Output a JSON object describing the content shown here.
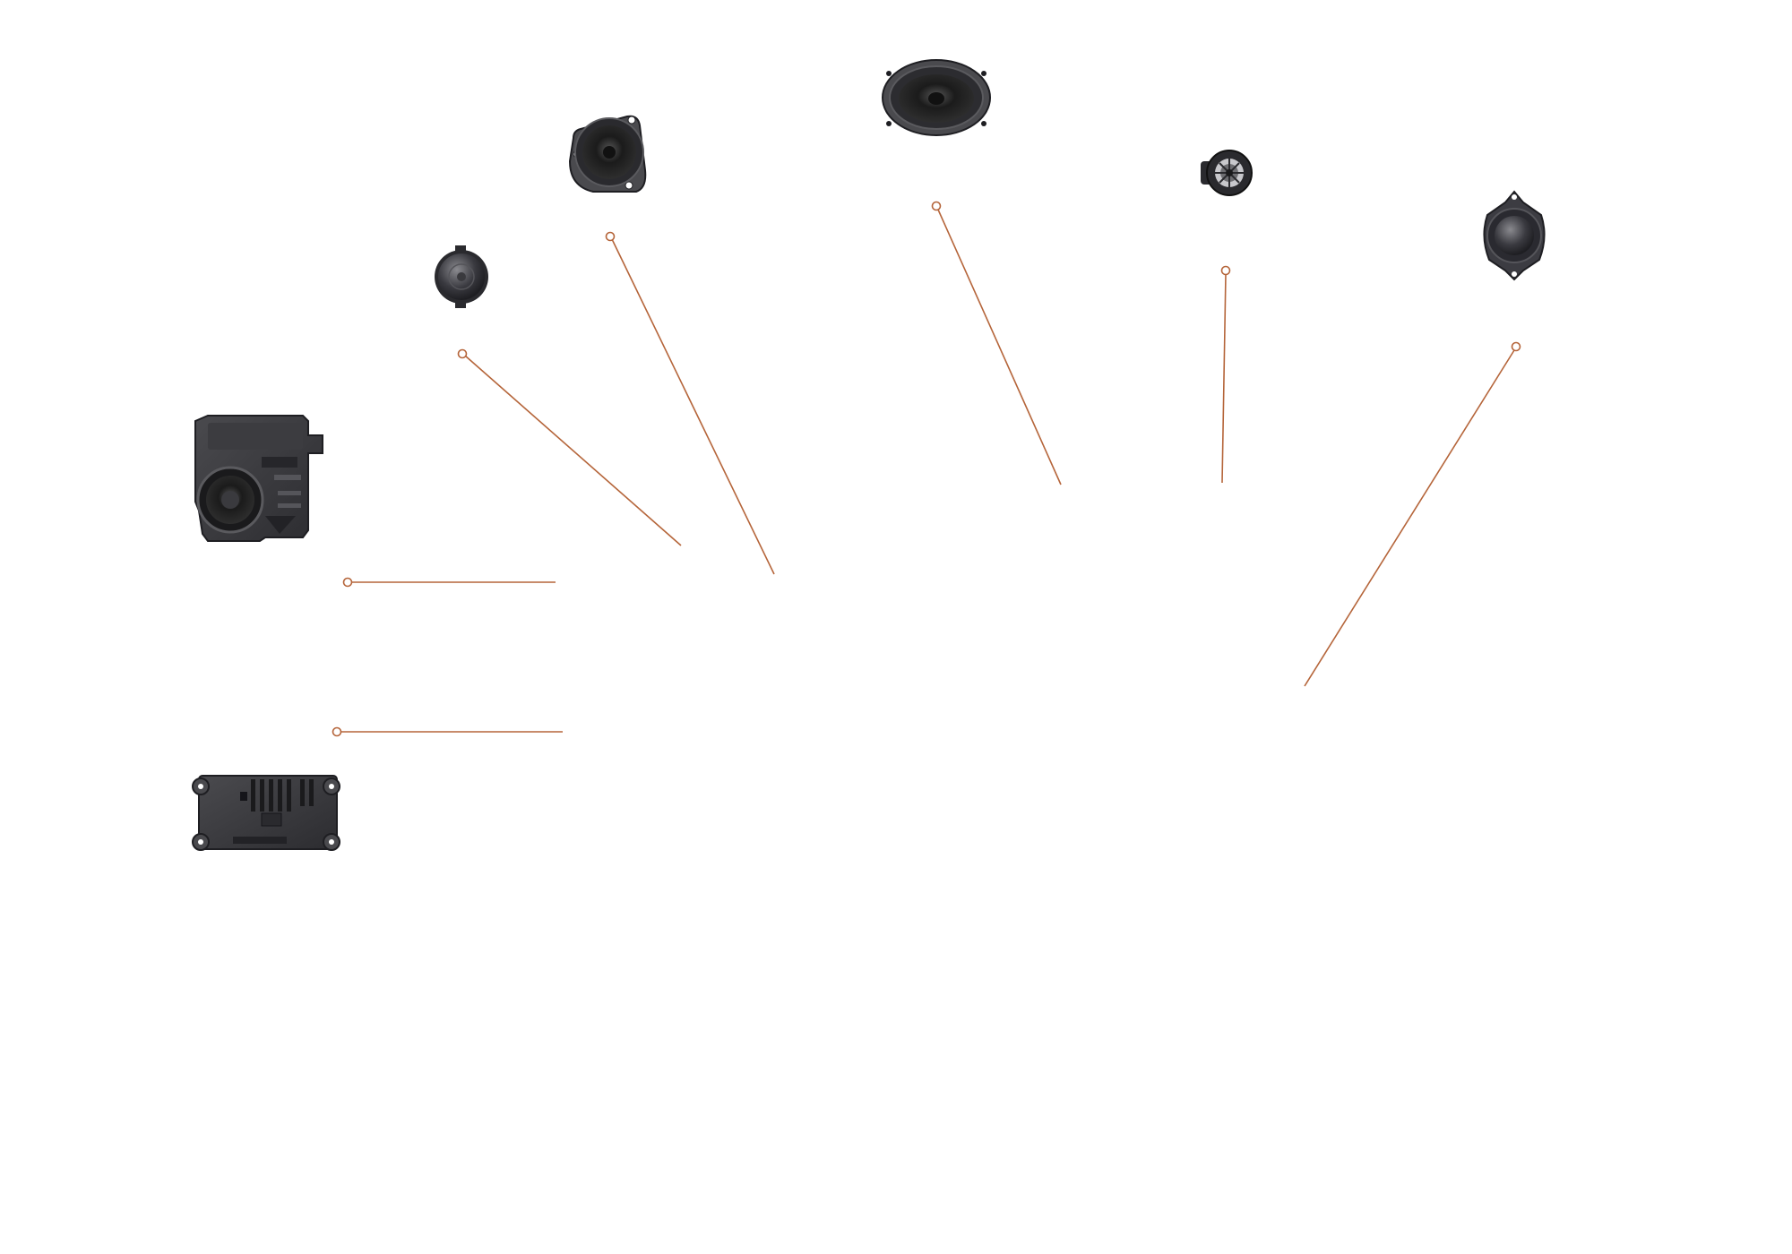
{
  "diagram": {
    "accent_color": "#b5653a",
    "components": [
      {
        "id": "subwoofer-enclosure",
        "icon": "subwoofer-enclosure-icon"
      },
      {
        "id": "amplifier",
        "icon": "amplifier-icon"
      },
      {
        "id": "small-tweeter",
        "icon": "small-tweeter-icon"
      },
      {
        "id": "midrange-speaker",
        "icon": "midrange-speaker-icon"
      },
      {
        "id": "oval-6x9-speaker",
        "icon": "oval-speaker-icon"
      },
      {
        "id": "dome-tweeter",
        "icon": "dome-tweeter-icon"
      },
      {
        "id": "compact-speaker",
        "icon": "compact-speaker-icon"
      }
    ],
    "callout_count": 7
  }
}
